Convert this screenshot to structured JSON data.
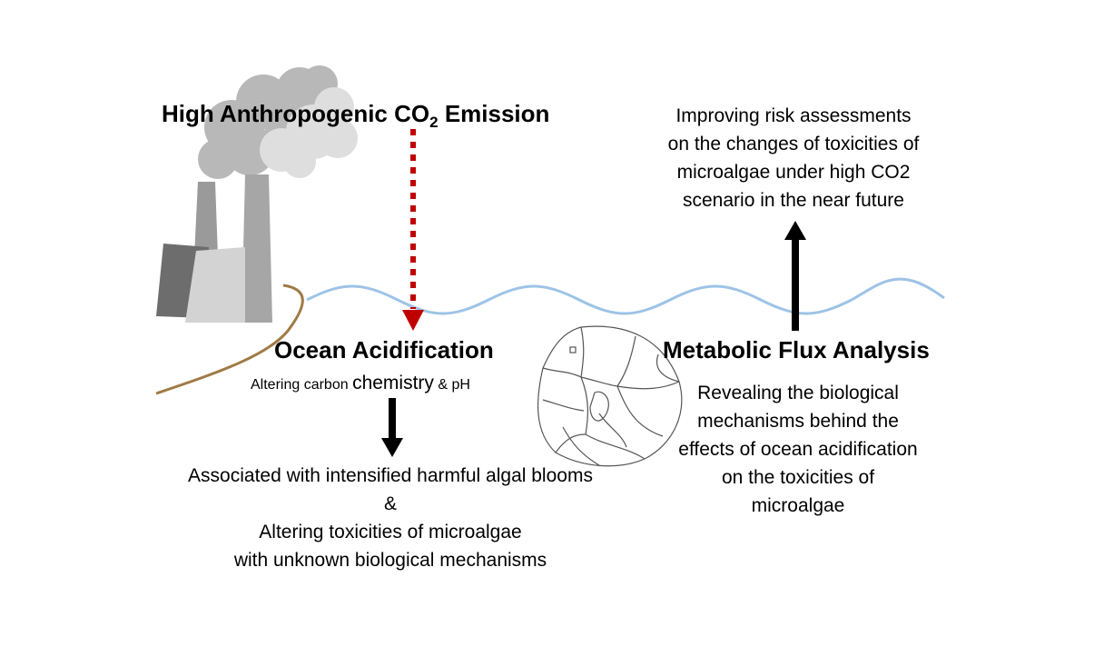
{
  "emission": {
    "prefix": "High Anthropogenic CO",
    "subscript": "2",
    "suffix": " Emission"
  },
  "ocean_acidification": {
    "title": "Ocean Acidification",
    "subtitle_part1": "Altering carbon ",
    "subtitle_part2": "chemistry",
    "subtitle_part3": " & pH"
  },
  "consequences": {
    "line1": "Associated with intensified harmful algal blooms",
    "line2": "&",
    "line3": "Altering toxicities of microalgae",
    "line4": "with unknown biological mechanisms"
  },
  "metabolic_flux": {
    "title": "Metabolic Flux Analysis",
    "line1": "Revealing the biological",
    "line2": "mechanisms behind the",
    "line3": "effects of ocean acidification",
    "line4": "on the toxicities of",
    "line5": "microalgae"
  },
  "risk": {
    "line1": "Improving risk assessments",
    "line2": "on the changes of toxicities of",
    "line3": "microalgae under high CO2",
    "line4": "scenario in the near future"
  },
  "colors": {
    "dotted_arrow": "#c00000",
    "black_arrow": "#000000",
    "wave": "#9dc3e6",
    "shore": "#a07a45",
    "cloud_dark": "#b8b8b8",
    "cloud_light": "#dedede",
    "chimney": "#9a9a9a",
    "building_dark": "#6d6d6d",
    "building_light": "#d3d3d3"
  },
  "icons": [
    "factory-icon",
    "smoke-cloud-icon",
    "wave-line",
    "metabolic-network-icon"
  ]
}
